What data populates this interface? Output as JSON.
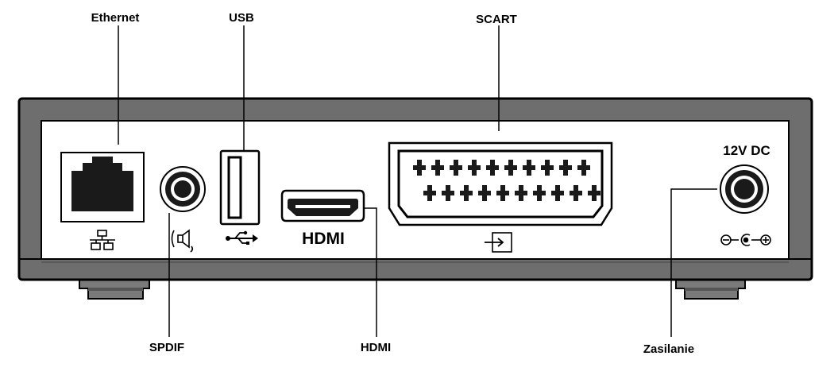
{
  "callouts": {
    "ethernet": "Ethernet",
    "usb": "USB",
    "scart": "SCART",
    "spdif": "SPDIF",
    "hdmi": "HDMI",
    "power": "Zasilanie"
  },
  "device_labels": {
    "hdmi_port_text": "HDMI",
    "power_rating": "12V DC"
  },
  "colors": {
    "body_outer": "#6e6e6e",
    "body_panel": "#ffffff",
    "line": "#000000",
    "port_fill": "#1a1a1a"
  },
  "icons": {
    "ethernet_port_symbol": "network-icon",
    "spdif_port_symbol": "speaker-icon",
    "usb_port_symbol": "usb-trident-icon",
    "scart_port_symbol": "scart-arrow-icon",
    "power_polarity_symbol": "dc-polarity-icon"
  }
}
